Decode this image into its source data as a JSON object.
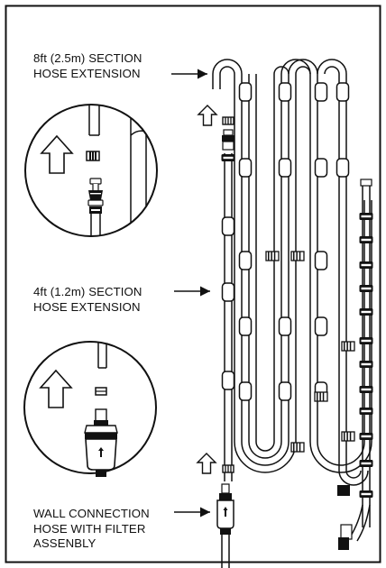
{
  "colors": {
    "ink": "#111111",
    "paper": "#ffffff"
  },
  "labels": {
    "section_8ft": [
      "8ft (2.5m) SECTION",
      "HOSE EXTENSION"
    ],
    "section_4ft": [
      "4ft (1.2m) SECTION",
      "HOSE EXTENSION"
    ],
    "wall_connection": [
      "WALL CONNECTION",
      "HOSE WITH FILTER",
      "ASSENBLY"
    ]
  },
  "icons": [
    "frame-border",
    "detail-circle-top",
    "detail-circle-bottom",
    "up-arrow-icon",
    "clip-icon",
    "connector-icon",
    "filter-housing-icon",
    "callout-arrow-icon",
    "u-bend-hose",
    "straight-hose-section"
  ]
}
